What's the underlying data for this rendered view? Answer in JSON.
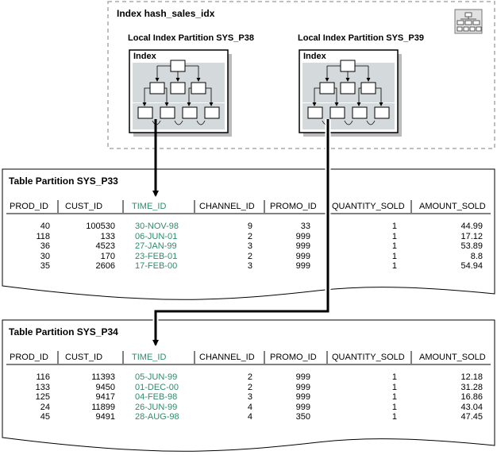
{
  "index": {
    "title": "Index hash_sales_idx",
    "partitions": [
      {
        "label": "Local Index Partition SYS_P38",
        "box_label": "Index"
      },
      {
        "label": "Local Index Partition SYS_P39",
        "box_label": "Index"
      }
    ],
    "icon": "index-tree-icon"
  },
  "tables": [
    {
      "title": "Table Partition SYS_P33",
      "headers": [
        "PROD_ID",
        "CUST_ID",
        "TIME_ID",
        "CHANNEL_ID",
        "PROMO_ID",
        "QUANTITY_SOLD",
        "AMOUNT_SOLD"
      ],
      "rows": [
        [
          "40",
          "100530",
          "30-NOV-98",
          "9",
          "33",
          "1",
          "44.99"
        ],
        [
          "118",
          "133",
          "06-JUN-01",
          "2",
          "999",
          "1",
          "17.12"
        ],
        [
          "36",
          "4523",
          "27-JAN-99",
          "3",
          "999",
          "1",
          "53.89"
        ],
        [
          "30",
          "170",
          "23-FEB-01",
          "2",
          "999",
          "1",
          "8.8"
        ],
        [
          "35",
          "2606",
          "17-FEB-00",
          "3",
          "999",
          "1",
          "54.94"
        ]
      ]
    },
    {
      "title": "Table Partition SYS_P34",
      "headers": [
        "PROD_ID",
        "CUST_ID",
        "TIME_ID",
        "CHANNEL_ID",
        "PROMO_ID",
        "QUANTITY_SOLD",
        "AMOUNT_SOLD"
      ],
      "rows": [
        [
          "116",
          "11393",
          "05-JUN-99",
          "2",
          "999",
          "1",
          "12.18"
        ],
        [
          "133",
          "9450",
          "01-DEC-00",
          "2",
          "999",
          "1",
          "31.28"
        ],
        [
          "125",
          "9417",
          "04-FEB-98",
          "3",
          "999",
          "1",
          "16.86"
        ],
        [
          "24",
          "11899",
          "26-JUN-99",
          "4",
          "999",
          "1",
          "43.04"
        ],
        [
          "45",
          "9491",
          "28-AUG-98",
          "4",
          "350",
          "1",
          "47.45"
        ]
      ]
    }
  ],
  "colors": {
    "time_id": "#2e8b6a",
    "index_fill": "#d4dadb",
    "dashed_border": "#aaaaaa",
    "shadow": "#bbbbbb"
  }
}
